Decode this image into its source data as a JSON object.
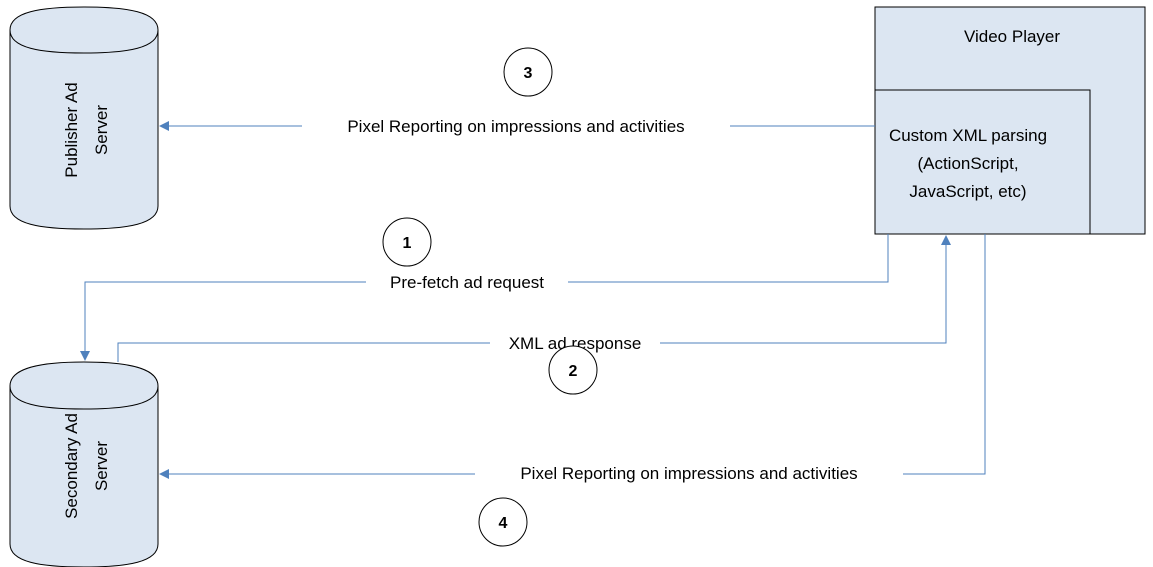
{
  "colors": {
    "node_fill": "#dce6f2",
    "node_stroke": "#000000",
    "arrow": "#4f81bd",
    "background": "#ffffff"
  },
  "nodes": {
    "publisher_ad_server": {
      "shape": "cylinder",
      "line1": "Publisher Ad",
      "line2": "Server"
    },
    "secondary_ad_server": {
      "shape": "cylinder",
      "line1": "Secondary Ad",
      "line2": "Server"
    },
    "video_player": {
      "title": "Video Player"
    },
    "xml_parser": {
      "line1": "Custom XML parsing",
      "line2": "(ActionScript,",
      "line3": "JavaScript, etc)"
    }
  },
  "edges": [
    {
      "step": "1",
      "label": "Pre-fetch ad request",
      "from": "Video Player",
      "to": "Secondary Ad Server"
    },
    {
      "step": "2",
      "label": "XML ad response",
      "from": "Secondary Ad Server",
      "to": "Video Player"
    },
    {
      "step": "3",
      "label": "Pixel Reporting on impressions and activities",
      "from": "Video Player",
      "to": "Publisher Ad Server"
    },
    {
      "step": "4",
      "label": "Pixel Reporting on impressions and activities",
      "from": "Video Player",
      "to": "Secondary Ad Server"
    }
  ]
}
